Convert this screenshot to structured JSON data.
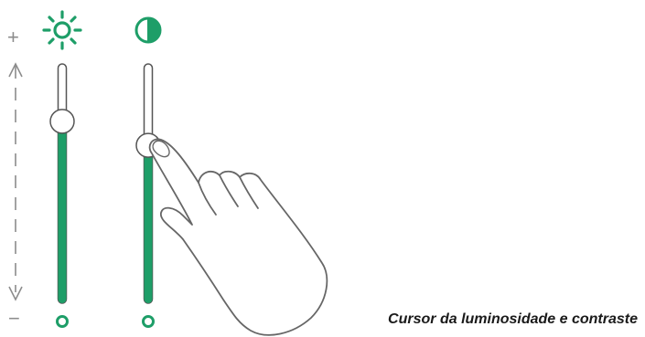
{
  "caption": "Cursor da luminosidade e contraste",
  "scale": {
    "plus": "+",
    "minus": "−"
  },
  "sliders": [
    {
      "name": "brightness",
      "icon": "sun-icon",
      "level": 0.76
    },
    {
      "name": "contrast",
      "icon": "contrast-icon",
      "level": 0.66
    }
  ],
  "colors": {
    "accent": "#1e9e68",
    "track_outline": "#555555",
    "hand_outline": "#666666",
    "scale_gray": "#8c8c8c"
  }
}
